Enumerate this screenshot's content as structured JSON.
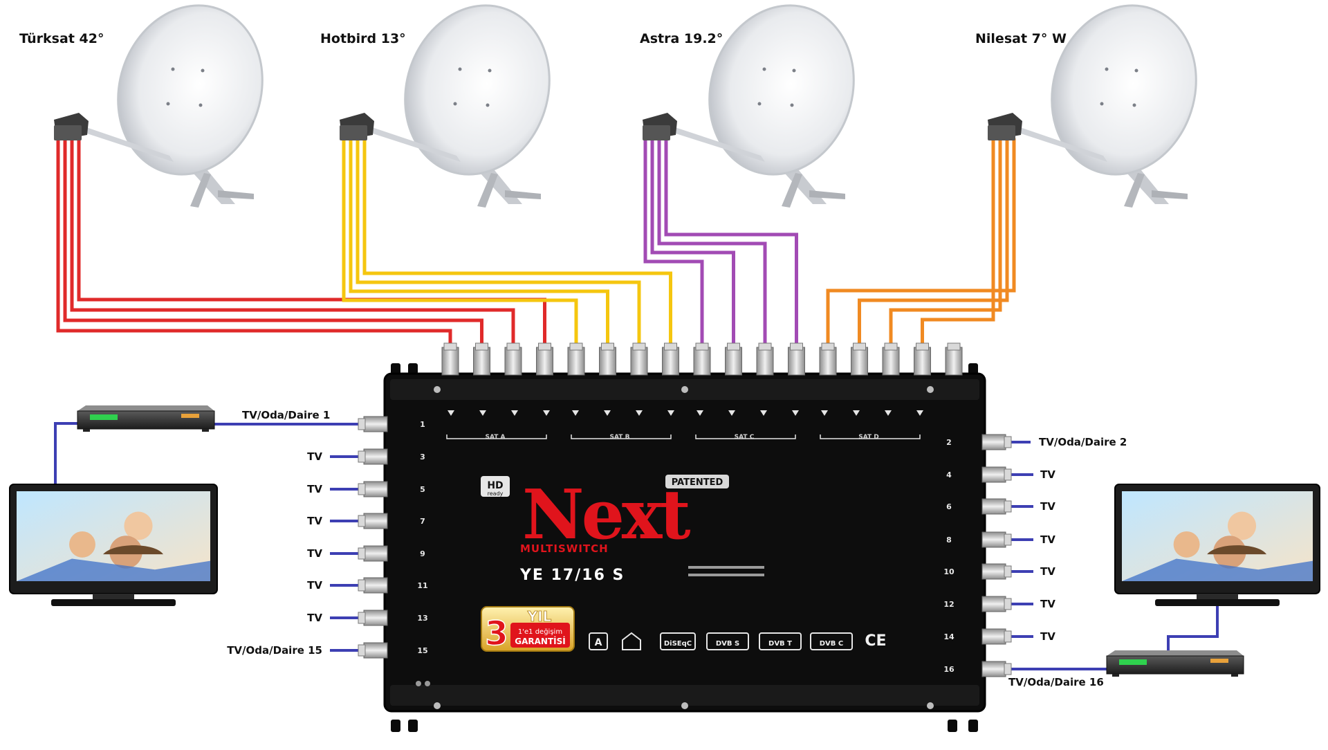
{
  "colors": {
    "sat_a": "#e02a2a",
    "sat_b": "#f5c60f",
    "sat_c": "#a24bb4",
    "sat_d": "#f08a22",
    "output_cable": "#3d3fb3",
    "brand_red": "#e0141c",
    "box_body": "#0d0d0d"
  },
  "satellites": [
    {
      "name": "Türksat 42°",
      "color": "#e02a2a",
      "block": "SAT A"
    },
    {
      "name": "Hotbird 13°",
      "color": "#f5c60f",
      "block": "SAT B"
    },
    {
      "name": "Astra 19.2°",
      "color": "#a24bb4",
      "block": "SAT C"
    },
    {
      "name": "Nilesat 7° W",
      "color": "#f08a22",
      "block": "SAT D"
    }
  ],
  "multiswitch": {
    "badge_hd": "HD",
    "badge_hd_sub": "ready",
    "brand": "Next",
    "subtitle": "MULTISWITCH",
    "model": "YE 17/16 S",
    "patented": "PATENTED",
    "warranty_top": "YIL",
    "warranty_num": "3",
    "warranty_line1": "1'e1 değişim",
    "warranty_line2": "GARANTİSİ",
    "logos": [
      "A",
      "DiSEqC",
      "DVB S",
      "DVB T",
      "DVB C",
      "CE"
    ]
  },
  "left_outputs": [
    {
      "num": "1",
      "label": "TV/Oda/Daire 1"
    },
    {
      "num": "3",
      "label": "TV"
    },
    {
      "num": "5",
      "label": "TV"
    },
    {
      "num": "7",
      "label": "TV"
    },
    {
      "num": "9",
      "label": "TV"
    },
    {
      "num": "11",
      "label": "TV"
    },
    {
      "num": "13",
      "label": "TV"
    },
    {
      "num": "15",
      "label": "TV/Oda/Daire 15"
    }
  ],
  "right_outputs": [
    {
      "num": "2",
      "label": "TV/Oda/Daire 2"
    },
    {
      "num": "4",
      "label": "TV"
    },
    {
      "num": "6",
      "label": "TV"
    },
    {
      "num": "8",
      "label": "TV"
    },
    {
      "num": "10",
      "label": "TV"
    },
    {
      "num": "12",
      "label": "TV"
    },
    {
      "num": "14",
      "label": "TV"
    },
    {
      "num": "16",
      "label": "TV/Oda/Daire 16"
    }
  ],
  "devices": [
    "set-top-box",
    "tv-screen"
  ]
}
